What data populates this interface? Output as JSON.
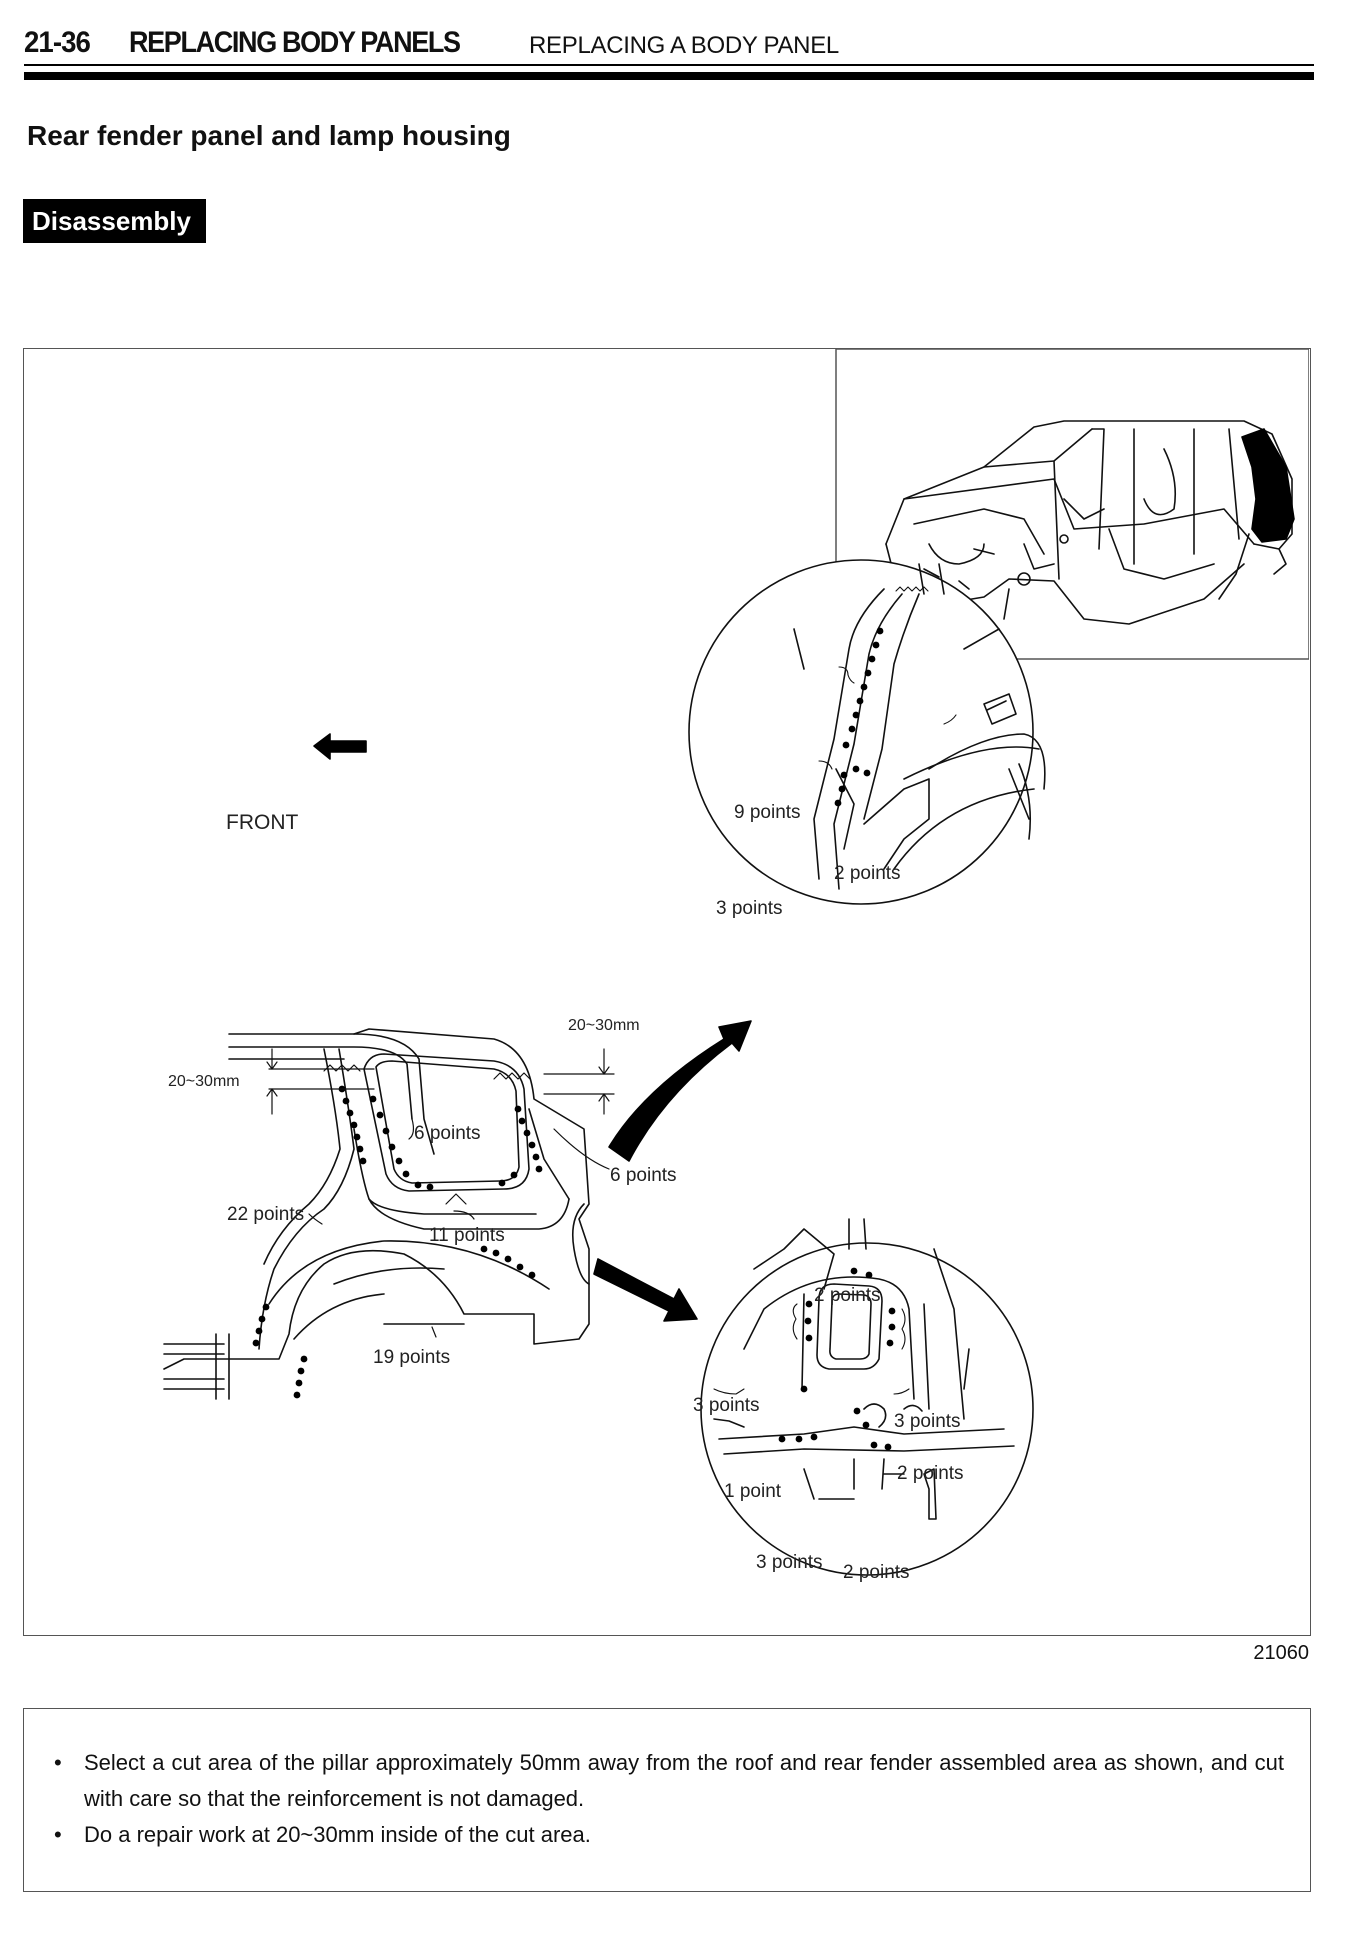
{
  "header": {
    "page_number": "21-36",
    "chapter": "REPLACING BODY PANELS",
    "subchapter": "REPLACING A BODY PANEL"
  },
  "section_title": "Rear fender panel and lamp housing",
  "tag": "Disassembly",
  "figure": {
    "id": "21060",
    "labels": {
      "front": "FRONT",
      "mm_left": "20~30mm",
      "mm_top": "20~30mm",
      "six_a": "6 points",
      "six_b": "6 points",
      "twentytwo": "22 points",
      "eleven": "11 points",
      "nineteen": "19 points",
      "nine": "9 points",
      "two_upper": "2 points",
      "three_upper": "3 points",
      "two_lower_top": "2 points",
      "three_lower_left": "3 points",
      "three_lower_right": "3 points",
      "two_lower_mid": "2 points",
      "one_point": "1 point",
      "three_lower_bottom": "3 points",
      "two_lower_bottom": "2 points"
    }
  },
  "notes": [
    "Select a cut area of the pillar approximately 50mm away from the roof and rear fender assembled area as shown, and cut with care so that the reinforcement is not damaged.",
    "Do a repair work at 20~30mm inside of the cut area."
  ]
}
